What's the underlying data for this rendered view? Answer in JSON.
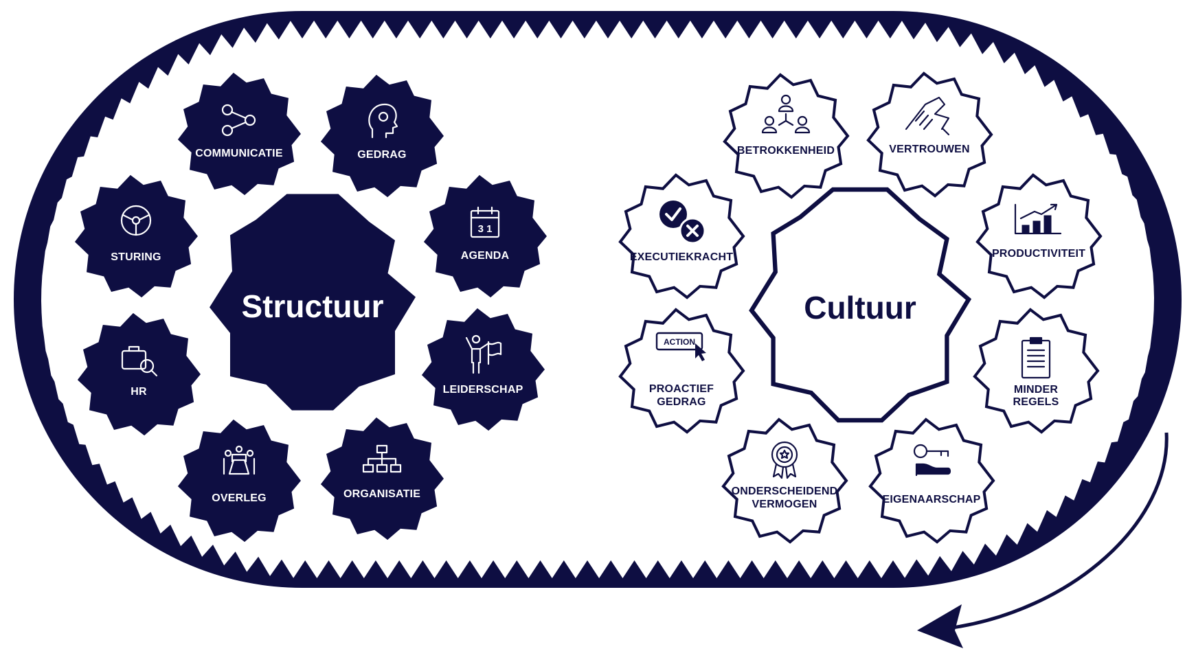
{
  "colors": {
    "navy": "#0e0e42",
    "white": "#ffffff"
  },
  "structuur": {
    "title": "Structuur",
    "items": [
      {
        "label": "COMMUNICATIE",
        "icon": "share-nodes-icon"
      },
      {
        "label": "GEDRAG",
        "icon": "head-gear-icon"
      },
      {
        "label": "AGENDA",
        "icon": "calendar-icon"
      },
      {
        "label": "LEIDERSCHAP",
        "icon": "leader-flag-icon"
      },
      {
        "label": "ORGANISATIE",
        "icon": "org-chart-icon"
      },
      {
        "label": "OVERLEG",
        "icon": "meeting-icon"
      },
      {
        "label": "HR",
        "icon": "briefcase-search-icon"
      },
      {
        "label": "STURING",
        "icon": "steering-wheel-icon"
      }
    ],
    "calendar_day": "3 1"
  },
  "cultuur": {
    "title": "Cultuur",
    "items": [
      {
        "label": "BETROKKENHEID",
        "icon": "people-network-icon"
      },
      {
        "label": "VERTROUWEN",
        "icon": "handshake-icon"
      },
      {
        "label": "PRODUCTIVITEIT",
        "icon": "growth-chart-icon"
      },
      {
        "label_lines": [
          "MINDER",
          "REGELS"
        ],
        "icon": "clipboard-icon"
      },
      {
        "label": "EIGENAARSCHAP",
        "icon": "key-hand-icon"
      },
      {
        "label_lines": [
          "ONDERSCHEIDEND",
          "VERMOGEN"
        ],
        "icon": "award-badge-icon"
      },
      {
        "label_lines": [
          "PROACTIEF",
          "GEDRAG"
        ],
        "icon": "action-cursor-icon"
      },
      {
        "label": "EXECUTIEKRACHT",
        "icon": "check-cross-icon"
      }
    ],
    "action_word": "ACTION"
  },
  "cycle_arrow": "return-arrow-icon"
}
